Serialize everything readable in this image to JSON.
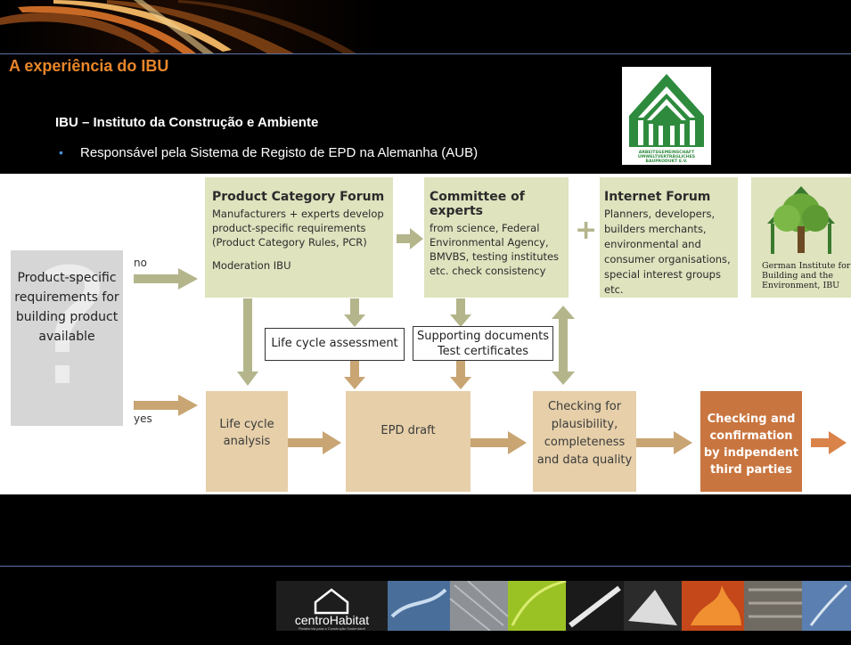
{
  "slide": {
    "title": "A experiência do IBU",
    "heading": "IBU – Instituto da Construção e Ambiente",
    "bullet": "Responsável pela Sistema de Registo de EPD na Alemanha (AUB)"
  },
  "aub_logo": {
    "text": "ARBEITSGEMEINSCHAFT UMWELTVERTRÄGLICHES BAUPRODUKT E.V."
  },
  "diagram": {
    "product_box": "Product-specific requirements for building product available",
    "label_no": "no",
    "label_yes": "yes",
    "pcf": {
      "title": "Product Category Forum",
      "body": "Manufacturers + experts develop product-specific requirements (Product Category Rules, PCR)",
      "moderation": "Moderation IBU"
    },
    "committee": {
      "title": "Committee of experts",
      "body": "from science, Federal Environmental Agency, BMVBS, testing institutes etc. check consistency"
    },
    "plus": "+",
    "internet": {
      "title": "Internet Forum",
      "body": "Planners, developers, builders merchants, environmental and consumer organisations, special interest groups etc."
    },
    "ibu_caption": "German Institute for Building and the Environment, IBU",
    "lca_box": "Life cycle assessment",
    "support_box": {
      "line1": "Supporting documents",
      "line2": "Test certificates"
    },
    "life_cycle_analysis": "Life cycle analysis",
    "epd_draft": "EPD draft",
    "checking": "Checking for plausibility, completeness and data quality",
    "confirmation": "Checking and confirmation by indpendent third parties"
  },
  "footer": {
    "brand": "centroHabitat",
    "tagline": "Plataforma para a Construção Sustentável"
  },
  "colors": {
    "title": "#e8862a",
    "bullet": "#4a90d9",
    "green_box": "#dfe3be",
    "tan_box": "#e6cfa9",
    "arrow_green": "#b4b58b",
    "arrow_tan": "#c8a573",
    "orange_box": "#c9753f",
    "orange_arrow": "#d9834a",
    "logo_green": "#2e8b3e"
  }
}
